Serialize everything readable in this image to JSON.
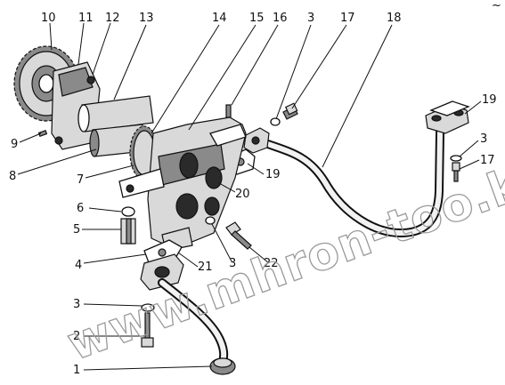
{
  "corner_mark": "~",
  "watermark": "www.mhron-too.kz",
  "callouts": [
    {
      "id": "c10",
      "label": "10"
    },
    {
      "id": "c11",
      "label": "11"
    },
    {
      "id": "c12",
      "label": "12"
    },
    {
      "id": "c13",
      "label": "13"
    },
    {
      "id": "c14",
      "label": "14"
    },
    {
      "id": "c15",
      "label": "15"
    },
    {
      "id": "c16",
      "label": "16"
    },
    {
      "id": "c3a",
      "label": "3"
    },
    {
      "id": "c17a",
      "label": "17"
    },
    {
      "id": "c18",
      "label": "18"
    },
    {
      "id": "c19a",
      "label": "19"
    },
    {
      "id": "c3b",
      "label": "3"
    },
    {
      "id": "c17b",
      "label": "17"
    },
    {
      "id": "c9",
      "label": "9"
    },
    {
      "id": "c8",
      "label": "8"
    },
    {
      "id": "c7",
      "label": "7"
    },
    {
      "id": "c19b",
      "label": "19"
    },
    {
      "id": "c20",
      "label": "20"
    },
    {
      "id": "c6",
      "label": "6"
    },
    {
      "id": "c5",
      "label": "5"
    },
    {
      "id": "c4",
      "label": "4"
    },
    {
      "id": "c21",
      "label": "21"
    },
    {
      "id": "c3c",
      "label": "3"
    },
    {
      "id": "c22",
      "label": "22"
    },
    {
      "id": "c3d",
      "label": "3"
    },
    {
      "id": "c2",
      "label": "2"
    },
    {
      "id": "c1",
      "label": "1"
    }
  ]
}
